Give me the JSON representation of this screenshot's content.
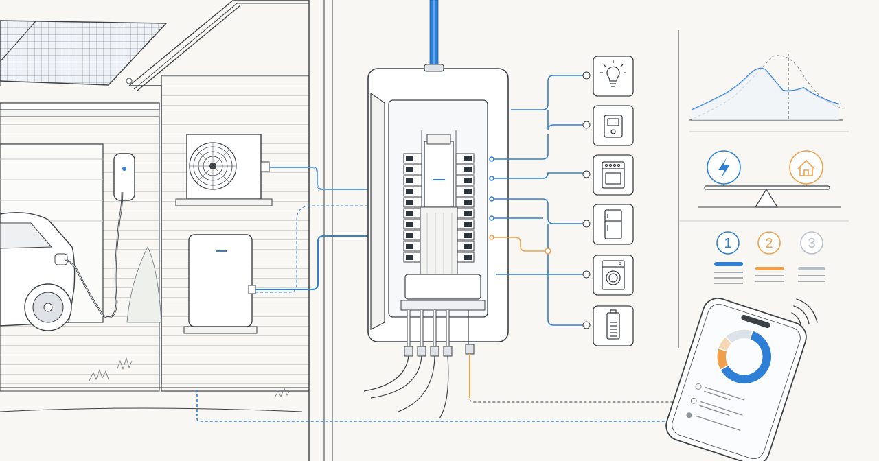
{
  "colors": {
    "background": "#f8f7f3",
    "line": "#3c4146",
    "accent_blue": "#2f7fd6",
    "accent_orange": "#f0a04b",
    "neutral_gray": "#b9c0c9",
    "panel_fill": "#ffffff",
    "breaker_dark": "#2c3440"
  },
  "steps": [
    {
      "label": "1",
      "color": "#2f7fd6"
    },
    {
      "label": "2",
      "color": "#f0a04b"
    },
    {
      "label": "3",
      "color": "#b9c0c9"
    }
  ],
  "balance": {
    "left_icon": "lightning-bolt-icon",
    "right_icon": "house-icon"
  },
  "circuit_icons": [
    "light-bulb-icon",
    "thermostat-icon",
    "oven-icon",
    "refrigerator-icon",
    "washing-machine-icon",
    "battery-icon"
  ],
  "phone": {
    "donut_fractions": [
      0.62,
      0.13,
      0.08,
      0.17
    ],
    "donut_colors": [
      "#2f7fd6",
      "#f0a04b",
      "#f6d7b3",
      "#dde3ea"
    ],
    "list_rows": 3
  }
}
